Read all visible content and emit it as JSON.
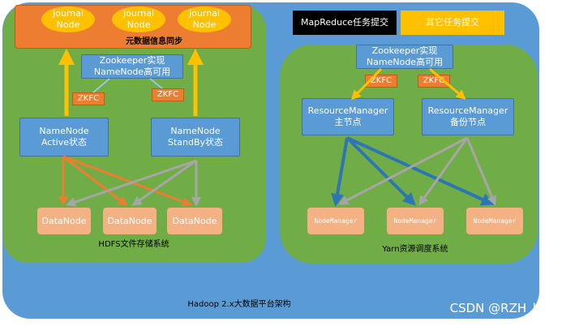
{
  "journal_nodes": [
    "Journal\nNode",
    "Journal\nNode",
    "Journal\nNode"
  ],
  "sync_label": "元数据信息同步",
  "zk_hdfs": "Zookeeper实现\nNameNode高可用",
  "zkfc": "ZKFC",
  "nn_active": "NameNode\nActive状态",
  "nn_standby": "NameNode\nStandBy状态",
  "datanodes": [
    "DataNode",
    "DataNode",
    "DataNode"
  ],
  "hdfs_caption": "HDFS文件存储系统",
  "mr_submit": "MapReduce任务提交",
  "other_submit": "其它任务提交",
  "zk_yarn": "Zookeeper实现\nNameNode高可用",
  "rm_main": "ResourceManager\n主节点",
  "rm_backup": "ResourceManager\n备份节点",
  "nodemanagers": [
    "NodeManager",
    "NodeManager",
    "NodeManager"
  ],
  "yarn_caption": "Yarn资源调度系统",
  "platform_caption": "Hadoop 2.x大数据平台架构",
  "watermark": "CSDN @RZH_long",
  "colors": {
    "outer": "#5b9bd5",
    "panel": "#70ad47",
    "orange": "#ed7d31",
    "yellow": "#ffc000",
    "gray": "#a6a6a6",
    "blue_arrow": "#2e75b6"
  }
}
